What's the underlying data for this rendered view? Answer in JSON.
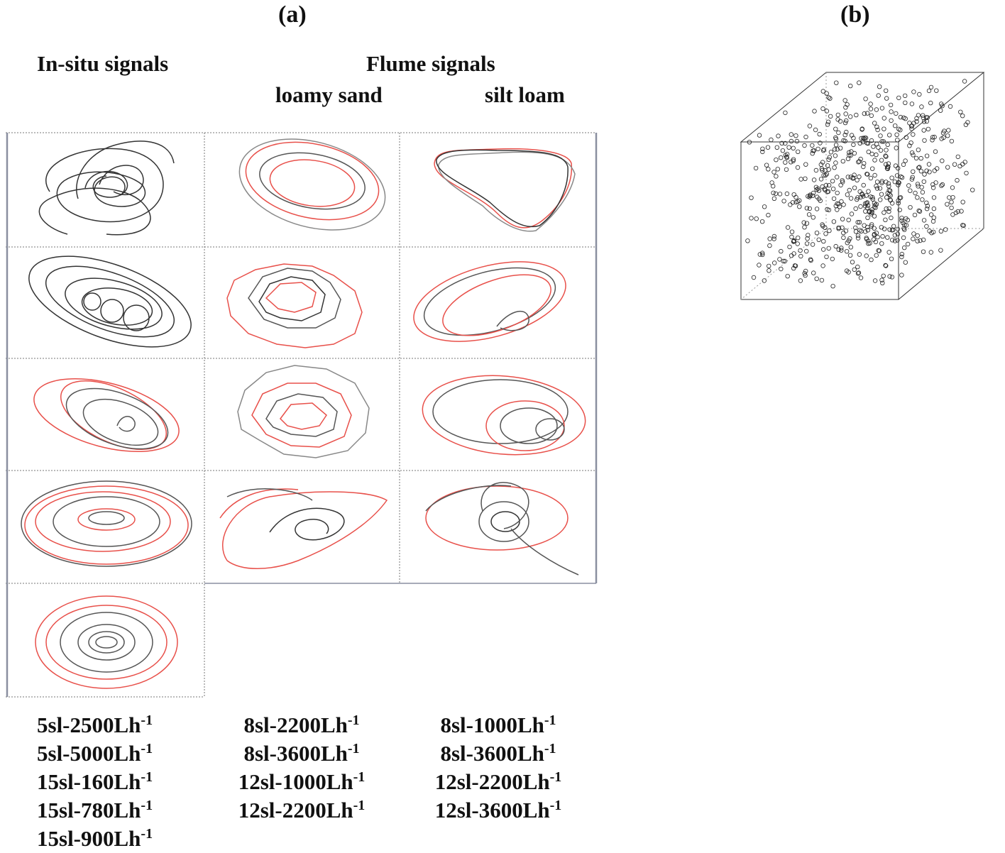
{
  "panels": {
    "a": "(a)",
    "b": "(b)"
  },
  "headings": {
    "insitu": "In-situ signals",
    "flume": "Flume signals",
    "loamy_sand": "loamy sand",
    "silt_loam": "silt loam"
  },
  "conditions": {
    "insitu": [
      {
        "base": "5sl-2500Lh",
        "exp": "-1"
      },
      {
        "base": "5sl-5000Lh",
        "exp": "-1"
      },
      {
        "base": "15sl-160Lh",
        "exp": "-1"
      },
      {
        "base": "15sl-780Lh",
        "exp": "-1"
      },
      {
        "base": "15sl-900Lh",
        "exp": "-1"
      }
    ],
    "loamy_sand": [
      {
        "base": "8sl-2200Lh",
        "exp": "-1"
      },
      {
        "base": "8sl-3600Lh",
        "exp": "-1"
      },
      {
        "base": "12sl-1000Lh",
        "exp": "-1"
      },
      {
        "base": "12sl-2200Lh",
        "exp": "-1"
      }
    ],
    "silt_loam": [
      {
        "base": "8sl-1000Lh",
        "exp": "-1"
      },
      {
        "base": "8sl-3600Lh",
        "exp": "-1"
      },
      {
        "base": "12sl-2200Lh",
        "exp": "-1"
      },
      {
        "base": "12sl-3600Lh",
        "exp": "-1"
      }
    ]
  },
  "colors": {
    "gray_trace": "#555555",
    "red_trace": "#e8504a",
    "grid": "#777777",
    "axis": "#8a8fa0"
  }
}
